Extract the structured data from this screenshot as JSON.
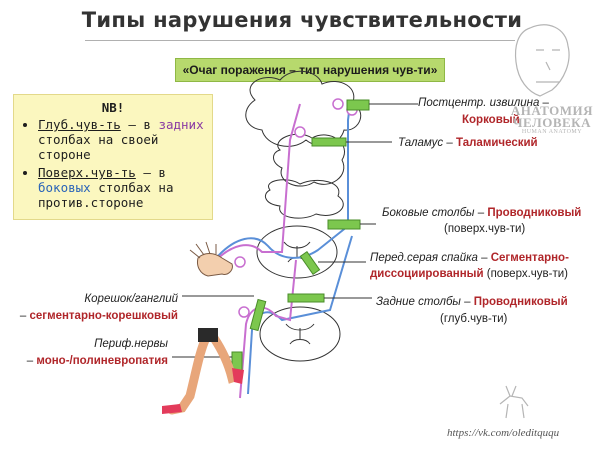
{
  "title": "Типы нарушения чувствительности",
  "lesion_header": "«Очаг поражения – тип нарушения чув-ти»",
  "nb": {
    "title": "NB!",
    "item1": {
      "term": "Глуб.чув-ть",
      "dash1": " – в",
      "where": "задних",
      "rest": " столбах на своей стороне"
    },
    "item2": {
      "term": "Поверх.чув-ть",
      "dash1": " – в",
      "where": "боковых",
      "rest": " столбах на против.стороне"
    }
  },
  "labels": {
    "cortex": {
      "place": "Постцентр. извилина",
      "dash": " – ",
      "type": "Корковый"
    },
    "thalamus": {
      "place": "Таламус",
      "dash": "  –  ",
      "type": "Таламический"
    },
    "lateral": {
      "place": "Боковые столбы",
      "dash": " – ",
      "type": "Проводниковый",
      "note": "(поверх.чув-ти)"
    },
    "commissure": {
      "place": "Перед.серая спайка",
      "dash": " – ",
      "type1": "Сегментарно-",
      "type2": "диссоциированный",
      "note": "(поверх.чув-ти)"
    },
    "posterior": {
      "place": "Задние столбы",
      "dash": " – ",
      "type": "Проводниковый",
      "note": "(глуб.чув-ти)"
    },
    "root": {
      "place": "Корешок/ганглий",
      "dash": "– ",
      "type": "сегментарно-корешковый"
    },
    "peripheral": {
      "place": "Периф.нервы",
      "dash": "– ",
      "type": "моно-/полиневропатия"
    }
  },
  "logo": {
    "line1": "АНАТОМИЯ",
    "line2": "ЧЕЛОВЕКА",
    "line3": "HUMAN ANATOMY"
  },
  "footer": "https://vk.com/oleditququ",
  "colors": {
    "lesion": "#b7d96d",
    "pathway_blue": "#5a8fd8",
    "pathway_purple": "#c86fd0",
    "accent_red": "#b0262a",
    "nb_bg": "#fbf7bf"
  }
}
